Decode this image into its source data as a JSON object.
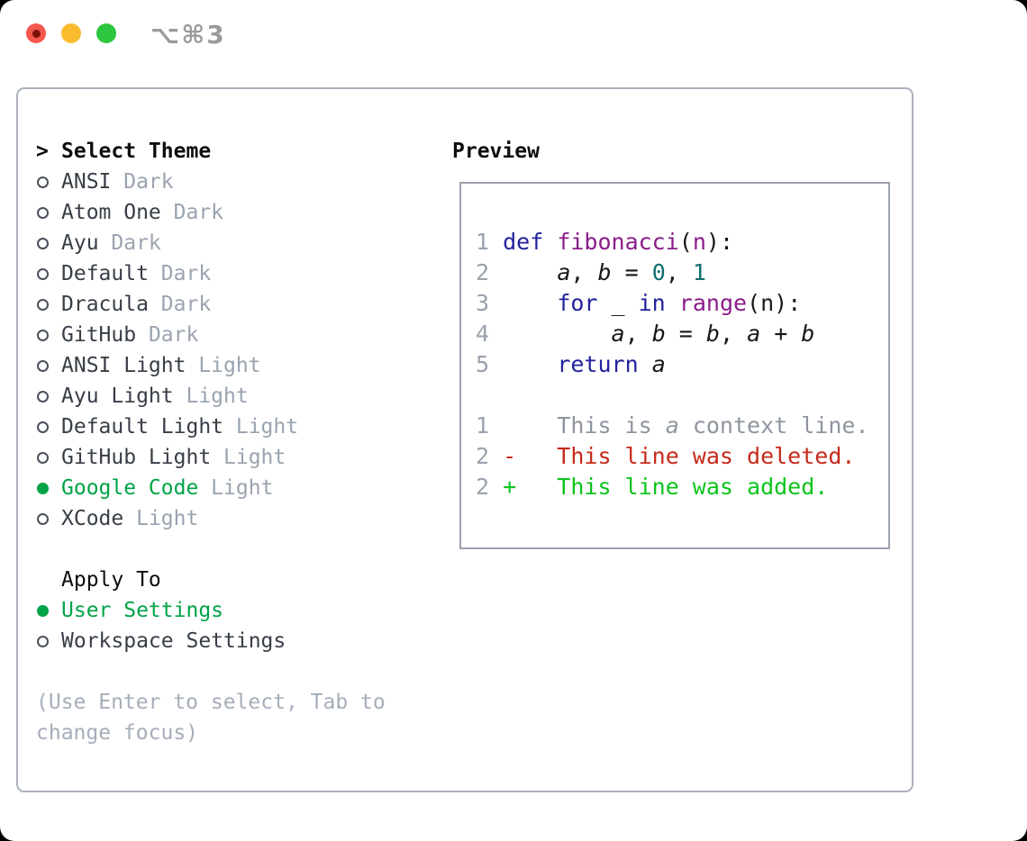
{
  "window": {
    "title": "⌥⌘3",
    "traffic_lights": [
      "close",
      "minimize",
      "zoom"
    ]
  },
  "colors": {
    "accent_green": "#00a347",
    "diff_added_green": "#0cc41d",
    "diff_deleted_red": "#c62a1a",
    "keyword_blue": "#22229e",
    "function_purple": "#8a1d8a",
    "literal_teal": "#0e6f6f",
    "muted_gray": "#9aa3b0",
    "hint_gray": "#a6aebb",
    "panel_border": "#abb1bc"
  },
  "left": {
    "header_prefix": ">",
    "header": "Select Theme",
    "themes": [
      {
        "name": "ANSI",
        "tag": "Dark",
        "selected": false
      },
      {
        "name": "Atom One",
        "tag": "Dark",
        "selected": false
      },
      {
        "name": "Ayu",
        "tag": "Dark",
        "selected": false
      },
      {
        "name": "Default",
        "tag": "Dark",
        "selected": false
      },
      {
        "name": "Dracula",
        "tag": "Dark",
        "selected": false
      },
      {
        "name": "GitHub",
        "tag": "Dark",
        "selected": false
      },
      {
        "name": "ANSI Light",
        "tag": "Light",
        "selected": false
      },
      {
        "name": "Ayu Light",
        "tag": "Light",
        "selected": false
      },
      {
        "name": "Default Light",
        "tag": "Light",
        "selected": false
      },
      {
        "name": "GitHub Light",
        "tag": "Light",
        "selected": false
      },
      {
        "name": "Google Code",
        "tag": "Light",
        "selected": true
      },
      {
        "name": "XCode",
        "tag": "Light",
        "selected": false
      }
    ],
    "apply_to": {
      "label": "Apply To",
      "options": [
        {
          "name": "User Settings",
          "selected": true
        },
        {
          "name": "Workspace Settings",
          "selected": false
        }
      ]
    },
    "hint_lines": [
      "(Use Enter to select, Tab to",
      "change focus)"
    ]
  },
  "preview": {
    "title": "Preview",
    "code_lines": [
      {
        "num": "1",
        "tokens": [
          [
            "kw",
            "def"
          ],
          [
            "pl",
            " "
          ],
          [
            "fn",
            "fibonacci"
          ],
          [
            "pl",
            "("
          ],
          [
            "fn",
            "n"
          ],
          [
            "pl",
            "):"
          ]
        ]
      },
      {
        "num": "2",
        "tokens": [
          [
            "pl",
            "    "
          ],
          [
            "var",
            "a"
          ],
          [
            "pl",
            ", "
          ],
          [
            "var",
            "b"
          ],
          [
            "pl",
            " = "
          ],
          [
            "lit",
            "0"
          ],
          [
            "pl",
            ", "
          ],
          [
            "lit",
            "1"
          ]
        ]
      },
      {
        "num": "3",
        "tokens": [
          [
            "pl",
            "    "
          ],
          [
            "kw",
            "for"
          ],
          [
            "pl",
            " _ "
          ],
          [
            "kw",
            "in"
          ],
          [
            "pl",
            " "
          ],
          [
            "fn",
            "range"
          ],
          [
            "pl",
            "(n):"
          ]
        ]
      },
      {
        "num": "4",
        "tokens": [
          [
            "pl",
            "        "
          ],
          [
            "var",
            "a"
          ],
          [
            "pl",
            ", "
          ],
          [
            "var",
            "b"
          ],
          [
            "pl",
            " = "
          ],
          [
            "var",
            "b"
          ],
          [
            "pl",
            ", "
          ],
          [
            "var",
            "a"
          ],
          [
            "pl",
            " + "
          ],
          [
            "var",
            "b"
          ]
        ]
      },
      {
        "num": "5",
        "tokens": [
          [
            "pl",
            "    "
          ],
          [
            "kw",
            "return"
          ],
          [
            "pl",
            " "
          ],
          [
            "var",
            "a"
          ]
        ]
      },
      {
        "num": "",
        "tokens": []
      },
      {
        "num": "1",
        "tokens": [
          [
            "ctx",
            "    This is "
          ],
          [
            "ctxv",
            "a"
          ],
          [
            "ctx",
            " context line."
          ]
        ]
      },
      {
        "num": "2",
        "tokens": [
          [
            "del",
            "-   This line was deleted."
          ]
        ]
      },
      {
        "num": "2",
        "tokens": [
          [
            "add",
            "+   This line was added."
          ]
        ]
      }
    ]
  }
}
